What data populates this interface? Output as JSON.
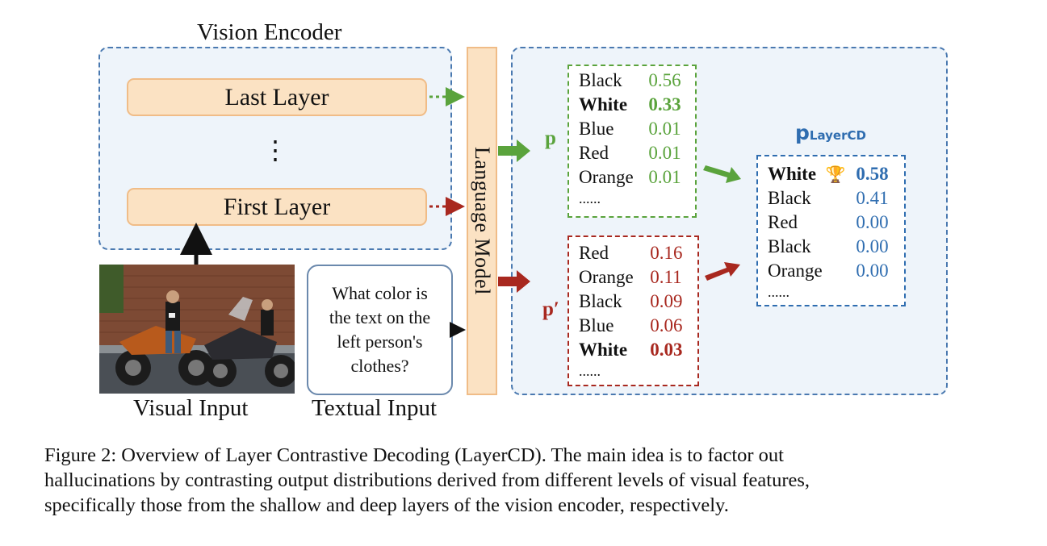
{
  "vision_encoder": {
    "title": "Vision Encoder",
    "last_layer": "Last Layer",
    "ellipsis": "⋮",
    "first_layer": "First Layer"
  },
  "language_model": {
    "label": "Language Model"
  },
  "visual_input": {
    "label": "Visual Input"
  },
  "textual_input": {
    "label": "Textual Input",
    "question_lines": [
      "What color is",
      "the text on the",
      "left person's",
      "clothes?"
    ]
  },
  "p": {
    "label": "p",
    "rows": [
      {
        "token": "Black",
        "value": "0.56",
        "bold": false
      },
      {
        "token": "White",
        "value": "0.33",
        "bold": true
      },
      {
        "token": "Blue",
        "value": "0.01",
        "bold": false
      },
      {
        "token": "Red",
        "value": "0.01",
        "bold": false
      },
      {
        "token": "Orange",
        "value": "0.01",
        "bold": false
      }
    ],
    "more": "......"
  },
  "p_prime": {
    "label": "p′",
    "rows": [
      {
        "token": "Red",
        "value": "0.16",
        "bold": false
      },
      {
        "token": "Orange",
        "value": "0.11",
        "bold": false
      },
      {
        "token": "Black",
        "value": "0.09",
        "bold": false
      },
      {
        "token": "Blue",
        "value": "0.06",
        "bold": false
      },
      {
        "token": "White",
        "value": "0.03",
        "bold": true
      }
    ],
    "more": "......"
  },
  "p_layercd": {
    "label_main": "p",
    "label_sub": "LayerCD",
    "trophy": "🏆",
    "rows": [
      {
        "token": "White",
        "value": "0.58",
        "bold": true
      },
      {
        "token": "Black",
        "value": "0.41",
        "bold": false
      },
      {
        "token": "Red",
        "value": "0.00",
        "bold": false
      },
      {
        "token": "Black",
        "value": "0.00",
        "bold": false
      },
      {
        "token": "Orange",
        "value": "0.00",
        "bold": false
      }
    ],
    "more": "......"
  },
  "caption": {
    "lines": [
      "Figure 2:  Overview of Layer Contrastive Decoding (LayerCD). The main idea is to factor out",
      "hallucinations by contrasting output distributions derived from different levels of visual features,",
      "specifically those from the shallow and deep layers of the vision encoder, respectively."
    ]
  },
  "colors": {
    "green": "#5aa33c",
    "red": "#a8281f",
    "blue": "#2f6db0",
    "frame": "#4a79b0",
    "layer_fill": "#fbe2c3"
  }
}
